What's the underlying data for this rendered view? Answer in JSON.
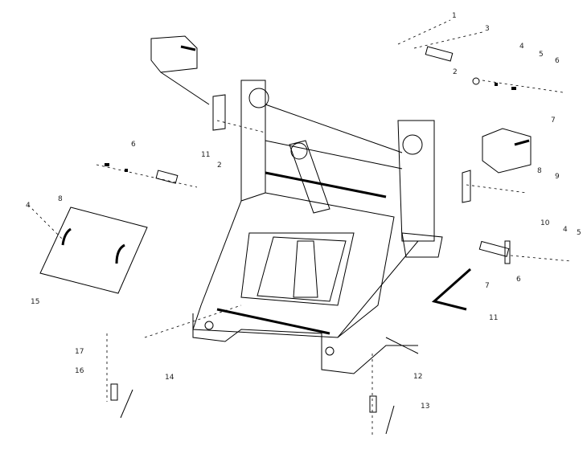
{
  "diagram": {
    "type": "exploded-parts-view",
    "callouts": [
      "1",
      "3",
      "2",
      "4",
      "5",
      "6",
      "7",
      "8",
      "9",
      "10",
      "4",
      "5",
      "7",
      "6",
      "11",
      "6",
      "11",
      "2",
      "4",
      "8",
      "15",
      "17",
      "16",
      "14",
      "12",
      "13"
    ]
  }
}
